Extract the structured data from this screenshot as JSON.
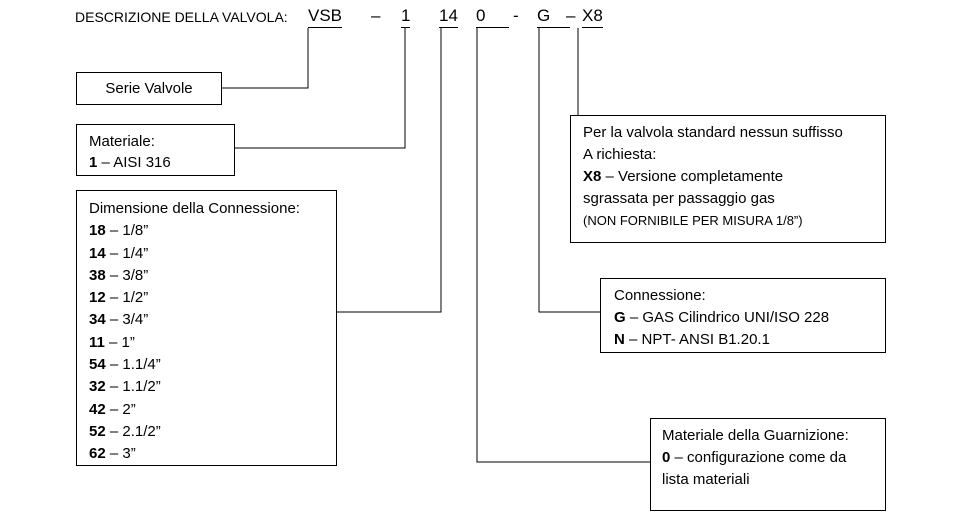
{
  "header": {
    "label": "DESCRIZIONE DELLA VALVOLA:",
    "codes": [
      "VSB",
      "1",
      "14",
      "0",
      "G",
      "X8"
    ],
    "separators": [
      "–",
      "-",
      "–"
    ]
  },
  "boxes": {
    "serie": {
      "title": "Serie Valvole"
    },
    "materiale": {
      "title": "Materiale:",
      "items": [
        {
          "code": "1",
          "text": " – AISI 316"
        }
      ]
    },
    "dimensione": {
      "title": "Dimensione della Connessione:",
      "items": [
        {
          "code": "18",
          "text": " – 1/8”"
        },
        {
          "code": "14",
          "text": " – 1/4”"
        },
        {
          "code": "38",
          "text": " – 3/8”"
        },
        {
          "code": "12",
          "text": " – 1/2”"
        },
        {
          "code": "34",
          "text": " – 3/4”"
        },
        {
          "code": "11",
          "text": " – 1”"
        },
        {
          "code": "54",
          "text": " – 1.1/4”"
        },
        {
          "code": "32",
          "text": " – 1.1/2”"
        },
        {
          "code": "42",
          "text": " – 2”"
        },
        {
          "code": "52",
          "text": " – 2.1/2”"
        },
        {
          "code": "62",
          "text": " – 3”"
        }
      ]
    },
    "suffisso": {
      "line1": "Per la valvola standard nessun suffisso",
      "line2": "A richiesta:",
      "code": "X8",
      "line3": " –  Versione completamente",
      "line4": "sgrassata per passaggio gas",
      "line5": "(NON FORNIBILE PER MISURA 1/8”)"
    },
    "connessione": {
      "title": "Connessione:",
      "items": [
        {
          "code": "G",
          "text": " – GAS Cilindrico UNI/ISO 228"
        },
        {
          "code": "N",
          "text": " – NPT- ANSI B1.20.1"
        }
      ]
    },
    "guarnizione": {
      "title": "Materiale della Guarnizione:",
      "code": "0",
      "line1": " – configurazione come da",
      "line2": "lista materiali"
    }
  }
}
